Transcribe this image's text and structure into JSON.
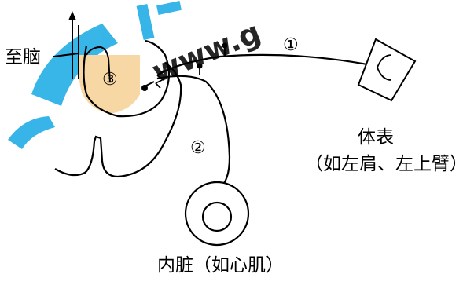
{
  "labels": {
    "to_brain": "至脑",
    "body_surface": "体表",
    "body_surface_example": "（如左肩、左上臂）",
    "viscera": "内脏（如心肌）"
  },
  "markers": {
    "path_1": "①",
    "path_2": "②",
    "spinal_cord_neuron": "③"
  },
  "watermark": {
    "text": "www.g",
    "color": "#22aee6"
  },
  "colors": {
    "gray_matter_fill": "#f7d8a4",
    "watermark_blue": "#22aee6",
    "line": "#000000"
  }
}
